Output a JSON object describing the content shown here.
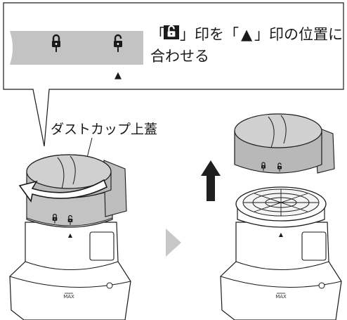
{
  "instruction": {
    "bracket_open": "「",
    "bracket_close": "」印を「",
    "triangle_glyph": "▲",
    "line1_suffix": "」印の位置に",
    "line2": "合わせる",
    "icon_in_text": "unlock-icon"
  },
  "callout": {
    "lock_icon": "lock-icon",
    "unlock_icon": "unlock-icon",
    "alignment_mark": "▲"
  },
  "labels": {
    "dust_cup_lid": "ダストカップ上蓋"
  },
  "container_left": {
    "max_label": "MAX",
    "alignment_mark": "▲"
  },
  "container_right": {
    "max_label": "MAX",
    "alignment_mark": "▲"
  },
  "colors": {
    "lid_gray": "#b8b8b8",
    "band_gray": "#c3c3c3",
    "arrow_dark": "#1f1f1f",
    "next_arrow": "#c8c8c8",
    "outline": "#1a1a1a"
  }
}
